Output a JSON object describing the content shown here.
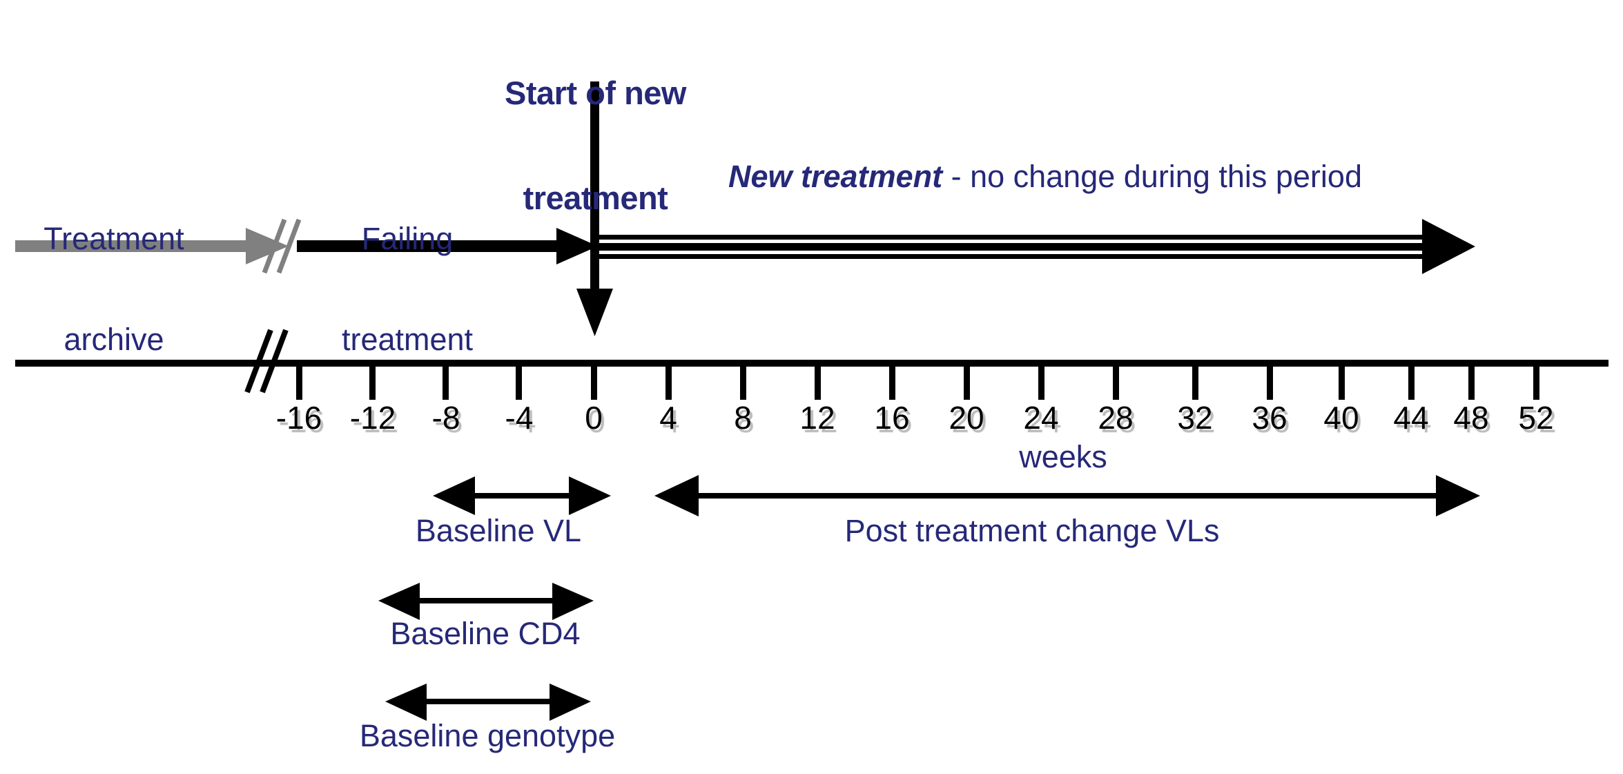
{
  "diagram": {
    "title": "Start of new treatment",
    "title_line1": "Start of new",
    "title_line2": "treatment",
    "colors": {
      "navy": "#262878",
      "black": "#000000",
      "gray": "#808080",
      "background": "#ffffff"
    },
    "labels": {
      "treatment_archive_line1": "Treatment",
      "treatment_archive_line2": "archive",
      "failing_treatment_line1": "Failing",
      "failing_treatment_line2": "treatment",
      "new_treatment_emphasis": "New treatment",
      "new_treatment_rest": " - no change during this period",
      "weeks": "weeks"
    },
    "brackets": [
      {
        "name": "baseline-vl",
        "label": "Baseline VL",
        "start_week": -9,
        "end_week": 0
      },
      {
        "name": "post-treatment-change-vls",
        "label": "Post treatment change VLs",
        "start_week": 4,
        "end_week": 48
      },
      {
        "name": "baseline-cd4",
        "label": "Baseline CD4",
        "start_week": -12,
        "end_week": 0
      },
      {
        "name": "baseline-genotype",
        "label": "Baseline genotype",
        "start_week": -11,
        "end_week": 0
      }
    ]
  },
  "chart_data": {
    "type": "timeline",
    "title": "Start of new treatment",
    "xlabel": "weeks",
    "axis_unit": "weeks",
    "tick_values": [
      -16,
      -12,
      -8,
      -4,
      0,
      4,
      8,
      12,
      16,
      20,
      24,
      28,
      32,
      36,
      40,
      44,
      48,
      52
    ],
    "tick_labels": [
      "-16",
      "-12",
      "-8",
      "-4",
      "0",
      "4",
      "8",
      "12",
      "16",
      "20",
      "24",
      "28",
      "32",
      "36",
      "40",
      "44",
      "48",
      "52"
    ],
    "axis_break_before_week": -16,
    "xlim": [
      -16,
      52
    ],
    "grid": false,
    "event_marker": {
      "label": "Start of new treatment",
      "week": 0
    },
    "phases": [
      {
        "name": "Treatment archive",
        "style": "gray-arrow",
        "note": "before axis break"
      },
      {
        "name": "Failing treatment",
        "style": "black-arrow",
        "start_week": -16,
        "end_week": 0
      },
      {
        "name": "New treatment - no change during this period",
        "style": "black-triple-arrow",
        "start_week": 0,
        "end_week": 52
      }
    ],
    "measurement_windows": [
      {
        "name": "Baseline VL",
        "start_week": -9,
        "end_week": 0
      },
      {
        "name": "Baseline CD4",
        "start_week": -12,
        "end_week": 0
      },
      {
        "name": "Baseline genotype",
        "start_week": -11,
        "end_week": 0
      },
      {
        "name": "Post treatment change VLs",
        "start_week": 4,
        "end_week": 48
      }
    ]
  }
}
